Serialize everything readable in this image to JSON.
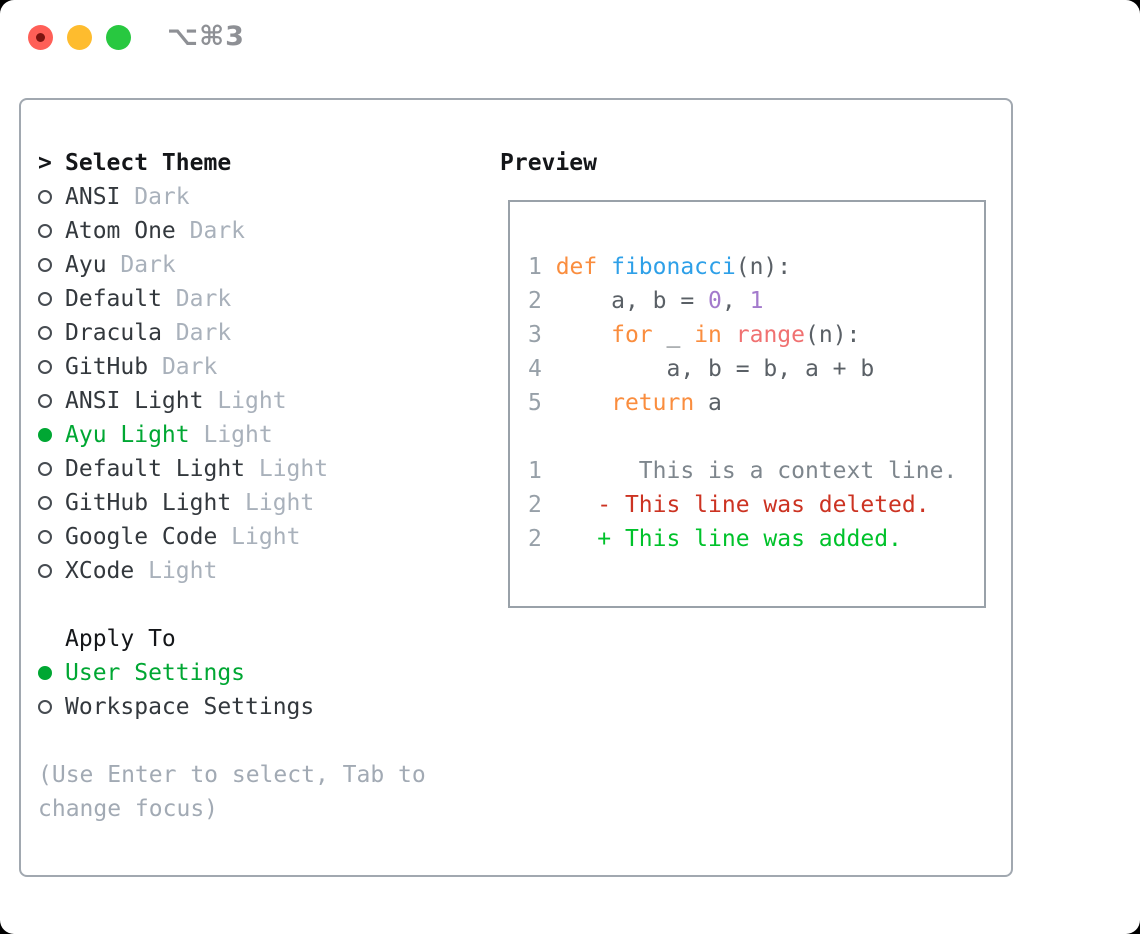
{
  "window": {
    "title_shortcut": "⌥⌘3",
    "traffic_lights": [
      {
        "name": "close",
        "color": "#ff5f57",
        "has_dot": true,
        "dot_color": "#7d1410"
      },
      {
        "name": "minimize",
        "color": "#febc2e",
        "has_dot": false,
        "dot_color": ""
      },
      {
        "name": "zoom",
        "color": "#28c840",
        "has_dot": false,
        "dot_color": ""
      }
    ]
  },
  "theme_picker": {
    "header_prefix": ">",
    "header": "Select Theme",
    "themes": [
      {
        "name": "ANSI",
        "variant": "Dark",
        "selected": false
      },
      {
        "name": "Atom One",
        "variant": "Dark",
        "selected": false
      },
      {
        "name": "Ayu",
        "variant": "Dark",
        "selected": false
      },
      {
        "name": "Default",
        "variant": "Dark",
        "selected": false
      },
      {
        "name": "Dracula",
        "variant": "Dark",
        "selected": false
      },
      {
        "name": "GitHub",
        "variant": "Dark",
        "selected": false
      },
      {
        "name": "ANSI Light",
        "variant": "Light",
        "selected": false
      },
      {
        "name": "Ayu Light",
        "variant": "Light",
        "selected": true
      },
      {
        "name": "Default Light",
        "variant": "Light",
        "selected": false
      },
      {
        "name": "GitHub Light",
        "variant": "Light",
        "selected": false
      },
      {
        "name": "Google Code",
        "variant": "Light",
        "selected": false
      },
      {
        "name": "XCode",
        "variant": "Light",
        "selected": false
      }
    ],
    "apply_header": "Apply To",
    "apply_options": [
      {
        "label": "User Settings",
        "selected": true
      },
      {
        "label": "Workspace Settings",
        "selected": false
      }
    ],
    "hint_line1": "(Use Enter to select, Tab to",
    "hint_line2": "change focus)"
  },
  "preview": {
    "header": "Preview",
    "lines": [
      {
        "num": "1",
        "tokens": [
          {
            "t": "def ",
            "c": "keyword"
          },
          {
            "t": "fibonacci",
            "c": "function"
          },
          {
            "t": "(n):",
            "c": "fg"
          }
        ]
      },
      {
        "num": "2",
        "tokens": [
          {
            "t": "    a, b = ",
            "c": "fg"
          },
          {
            "t": "0",
            "c": "number"
          },
          {
            "t": ", ",
            "c": "fg"
          },
          {
            "t": "1",
            "c": "number"
          }
        ]
      },
      {
        "num": "3",
        "tokens": [
          {
            "t": "    ",
            "c": "fg"
          },
          {
            "t": "for",
            "c": "keyword"
          },
          {
            "t": " _ ",
            "c": "fg"
          },
          {
            "t": "in",
            "c": "keyword"
          },
          {
            "t": " ",
            "c": "fg"
          },
          {
            "t": "range",
            "c": "support"
          },
          {
            "t": "(n):",
            "c": "fg"
          }
        ]
      },
      {
        "num": "4",
        "tokens": [
          {
            "t": "        a, b = b, a + b",
            "c": "fg"
          }
        ]
      },
      {
        "num": "5",
        "tokens": [
          {
            "t": "    ",
            "c": "fg"
          },
          {
            "t": "return",
            "c": "keyword"
          },
          {
            "t": " a",
            "c": "fg"
          }
        ]
      },
      {
        "num": "",
        "tokens": []
      },
      {
        "num": "1",
        "tokens": [
          {
            "t": "      This is a context line.",
            "c": "context"
          }
        ]
      },
      {
        "num": "2",
        "tokens": [
          {
            "t": "   - This line was deleted.",
            "c": "deleted"
          }
        ]
      },
      {
        "num": "2",
        "tokens": [
          {
            "t": "   + This line was added.",
            "c": "added"
          }
        ]
      }
    ]
  },
  "colors": {
    "keyword": "#fa8d3e",
    "function": "#2ea0e8",
    "support": "#f07171",
    "number": "#a37acc",
    "fg": "#5a6066",
    "lineno": "#97a0a8",
    "context": "#7e868d",
    "deleted": "#cc3322",
    "added": "#00c22b",
    "selected_green": "#00a733",
    "item_text": "#33383d",
    "variant_muted": "#a9b1bb",
    "hint_muted": "#a2aab4",
    "panel_border": "#a1a8b0",
    "title_gray": "#8e9095"
  }
}
